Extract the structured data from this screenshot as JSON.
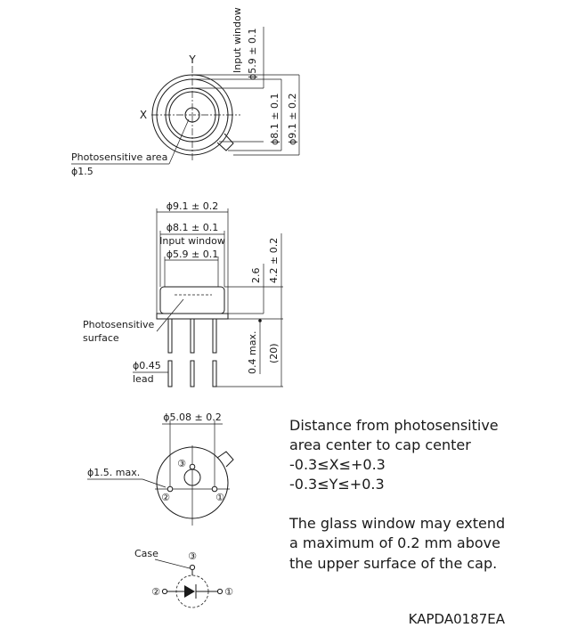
{
  "top_view": {
    "axis_y": "Y",
    "axis_x": "X",
    "input_window_label": "Input window",
    "input_window_dim": "ϕ5.9 ± 0.1",
    "dim_inner": "ϕ8.1 ± 0.1",
    "dim_outer": "ϕ9.1 ± 0.2",
    "photosensitive_area_label": "Photosensitive area",
    "photosensitive_area_dim": "ϕ1.5"
  },
  "side_view": {
    "dim_outer": "ϕ9.1 ± 0.2",
    "dim_inner": "ϕ8.1 ± 0.1",
    "input_window_label": "Input window",
    "input_window_dim": "ϕ5.9 ± 0.1",
    "dim_26": "2.6",
    "dim_height": "4.2 ± 0.2",
    "dim_04": "0.4 max.",
    "dim_20": "(20)",
    "photosensitive_surface_1": "Photosensitive",
    "photosensitive_surface_2": "surface",
    "lead_dim": "ϕ0.45",
    "lead_label": "lead"
  },
  "bottom_view": {
    "pitch_dim": "ϕ5.08 ± 0.2",
    "pin_dim": "ϕ1.5. max.",
    "pin1": "①",
    "pin2": "②",
    "pin3": "③"
  },
  "schematic": {
    "case_label": "Case",
    "pin1": "①",
    "pin2": "②",
    "pin3": "③"
  },
  "notes": {
    "distance": [
      "Distance from photosensitive",
      "area center to cap center",
      "-0.3≤X≤+0.3",
      "-0.3≤Y≤+0.3"
    ],
    "glass": [
      "The glass window may extend",
      "a maximum of 0.2 mm above",
      "the upper surface of the cap."
    ]
  },
  "drawing_code": "KAPDA0187EA"
}
